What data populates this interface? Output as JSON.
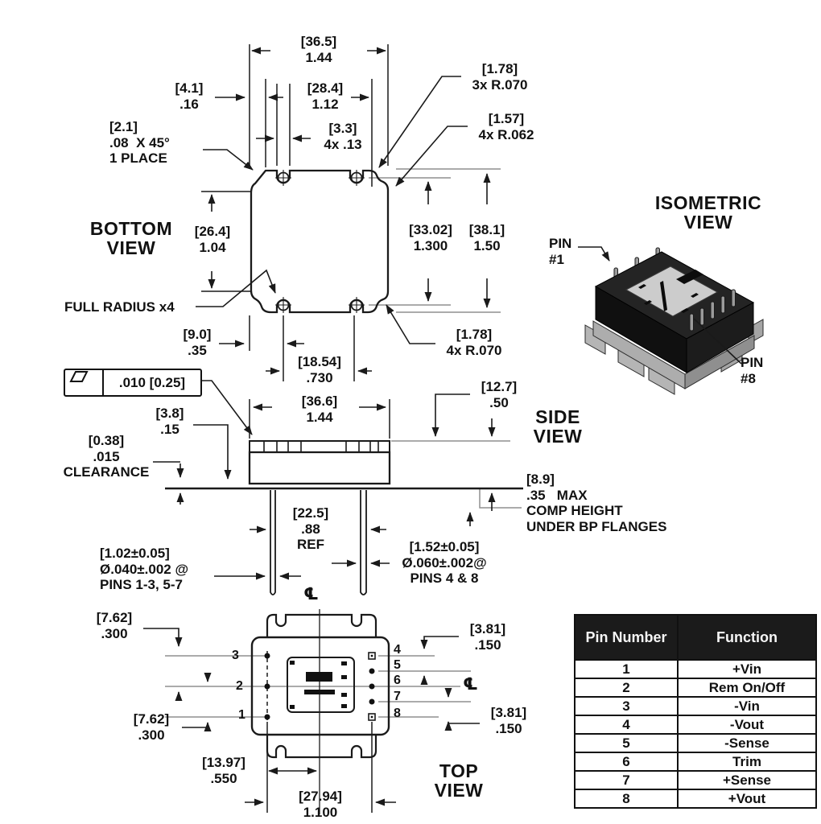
{
  "bottom_view": {
    "title": "BOTTOM\nVIEW",
    "dim_width": "[36.5]\n1.44",
    "dim_chamfer_offset": "[4.1]\n.16",
    "dim_inner_width": "[28.4]\n1.12",
    "chamfer_note": "[2.1]\n.08  X 45°\n1 PLACE",
    "dim_notch": "[3.3]\n4x .13",
    "radius_top_note": "[1.78]\n3x R.070",
    "radius_side_note": "[1.57]\n4x R.062",
    "dim_inner_height": "[26.4]\n1.04",
    "dim_pin_rows": "[33.02]\n1.300",
    "dim_height": "[38.1]\n1.50",
    "full_radius_note": "FULL RADIUS x4",
    "dim_pin_edge": "[9.0]\n.35",
    "dim_pin_pitch": "[18.54]\n.730",
    "radius_bottom_note": "[1.78]\n4x R.070"
  },
  "side_view": {
    "title": "SIDE\nVIEW",
    "flatness_value": ".010 [0.25]",
    "dim_width": "[36.6]\n1.44",
    "dim_height": "[12.7]\n.50",
    "dim_flange": "[3.8]\n.15",
    "clearance_note": "[0.38]\n.015\nCLEARANCE",
    "comp_height_note": "[8.9]\n.35   MAX\nCOMP HEIGHT\nUNDER BP FLANGES",
    "dim_pin_spacing": "[22.5]\n.88\nREF",
    "small_pin_callout": "[1.02±0.05]\nØ.040±.002 @\nPINS 1-3, 5-7",
    "large_pin_callout": "[1.52±0.05]\nØ.060±.002@\nPINS 4 & 8",
    "centerline_symbol": "℄"
  },
  "top_view": {
    "title": "TOP\nVIEW",
    "dim_row_top": "[7.62]\n.300",
    "dim_row_bottom": "[7.62]\n.300",
    "dim_col_offset": "[13.97]\n.550",
    "dim_col_span": "[27.94]\n1.100",
    "dim_pin_top": "[3.81]\n.150",
    "dim_pin_bottom": "[3.81]\n.150",
    "centerline_symbol": "℄",
    "pin_labels_left": [
      "3",
      "2",
      "1"
    ],
    "pin_labels_right": [
      "4",
      "5",
      "6",
      "7",
      "8"
    ]
  },
  "isometric_view": {
    "title": "ISOMETRIC\nVIEW",
    "pin1_label": "PIN\n#1",
    "pin8_label": "PIN\n#8"
  },
  "pin_table": {
    "headers": [
      "Pin Number",
      "Function"
    ],
    "rows": [
      {
        "pin": "1",
        "function": "+Vin"
      },
      {
        "pin": "2",
        "function": "Rem On/Off"
      },
      {
        "pin": "3",
        "function": "-Vin"
      },
      {
        "pin": "4",
        "function": "-Vout"
      },
      {
        "pin": "5",
        "function": "-Sense"
      },
      {
        "pin": "6",
        "function": "Trim"
      },
      {
        "pin": "7",
        "function": "+Sense"
      },
      {
        "pin": "8",
        "function": "+Vout"
      }
    ]
  }
}
